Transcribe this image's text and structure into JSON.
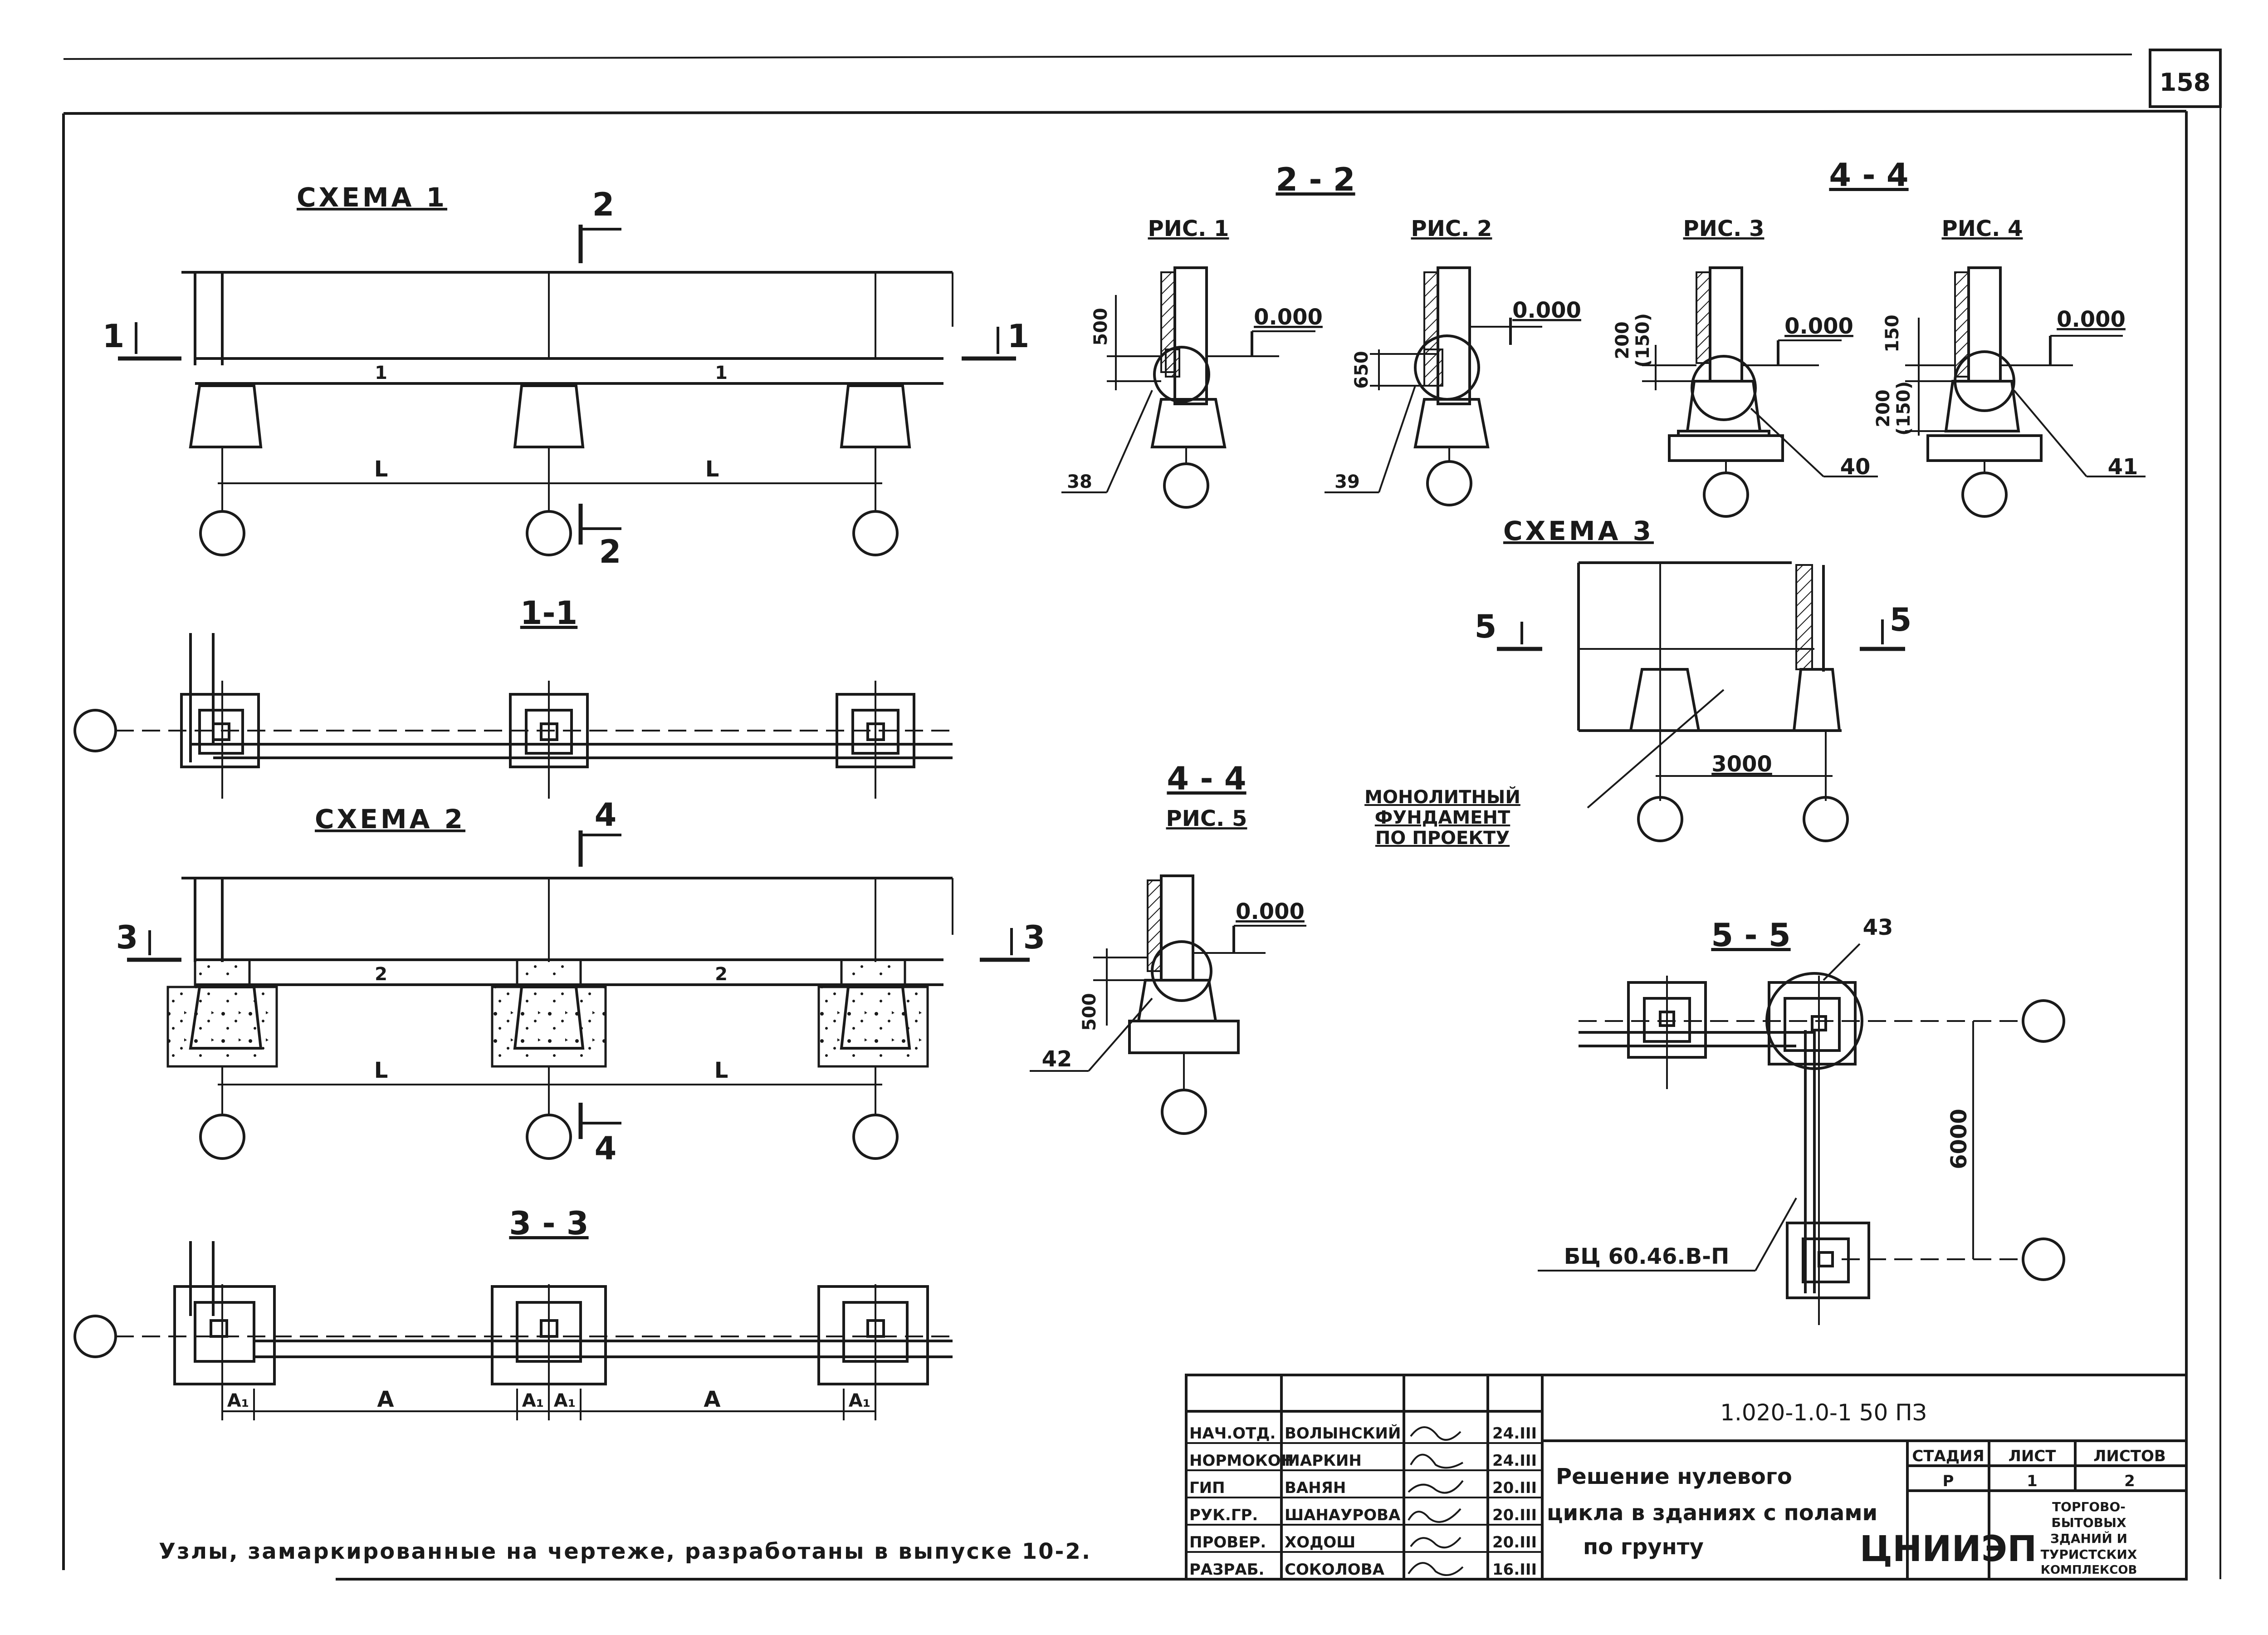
{
  "sheet_number": "158",
  "schemes": {
    "scheme1": "СХЕМА 1",
    "scheme2": "СХЕМА 2",
    "scheme3": "СХЕМА 3"
  },
  "sections": {
    "s11": "1-1",
    "s22": "2 - 2",
    "s33": "3 - 3",
    "s44_top": "4 - 4",
    "s44_mid": "4 - 4",
    "s55": "5 - 5"
  },
  "figures": {
    "fig1": "РИС. 1",
    "fig2": "РИС. 2",
    "fig3": "РИС. 3",
    "fig4": "РИС. 4",
    "fig5": "РИС. 5"
  },
  "cut_marks": {
    "c1": "1",
    "c2": "2",
    "c3": "3",
    "c4": "4",
    "c5": "5"
  },
  "dimensions": {
    "zero": "0.000",
    "d500": "500",
    "d650": "650",
    "d200": "200",
    "d150": "150",
    "d150p": "(150)",
    "d3000": "3000",
    "d6000": "6000",
    "span_l": "L",
    "span_a": "А",
    "span_a1": "А₁",
    "beam1": "1",
    "beam2": "2"
  },
  "nodes": {
    "n38": "38",
    "n39": "39",
    "n40": "40",
    "n41": "41",
    "n42": "42",
    "n43": "43"
  },
  "annotations": {
    "monolith": [
      "МОНОЛИТНЫЙ",
      "ФУНДАМЕНТ",
      "ПО ПРОЕКТУ"
    ],
    "beam_mark": "БЦ 60.46.В-П",
    "note": "Узлы, замаркированные на чертеже, разработаны в выпуске 10-2."
  },
  "title_block": {
    "code": "1.020-1.0-1 50 ПЗ",
    "title_lines": [
      "Решение нулевого",
      "цикла в зданиях с полами",
      "по грунту"
    ],
    "stage_header": "СТАДИЯ",
    "sheet_header": "ЛИСТ",
    "sheets_header": "ЛИСТОВ",
    "stage": "Р",
    "sheet": "1",
    "sheets": "2",
    "org": "ЦНИИЭП",
    "org_sub": [
      "ТОРГОВО-",
      "БЫТОВЫХ",
      "ЗДАНИЙ И",
      "ТУРИСТСКИХ",
      "КОМПЛЕКСОВ"
    ],
    "staff": [
      {
        "role": "НАЧ.ОТД.",
        "name": "ВОЛЫНСКИЙ",
        "date": "24.III"
      },
      {
        "role": "НОРМОКОН",
        "name": "МАРКИН",
        "date": "24.III"
      },
      {
        "role": "ГИП",
        "name": "ВАНЯН",
        "date": "20.III"
      },
      {
        "role": "РУК.ГР.",
        "name": "ШАНАУРОВА",
        "date": "20.III"
      },
      {
        "role": "ПРОВЕР.",
        "name": "ХОДОШ",
        "date": "20.III"
      },
      {
        "role": "РАЗРАБ.",
        "name": "СОКОЛОВА",
        "date": "16.III"
      }
    ]
  }
}
